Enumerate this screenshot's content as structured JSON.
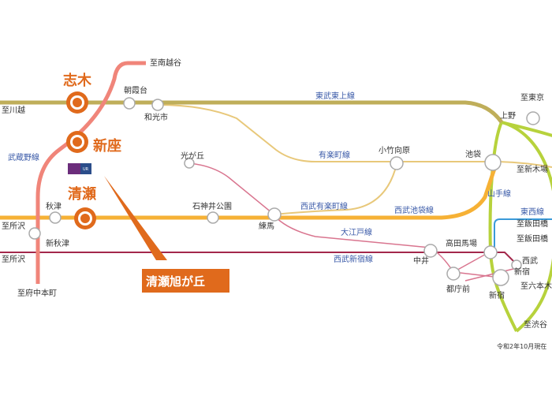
{
  "colors": {
    "tobu_tojo": "#bfae5a",
    "yurakucho": "#e8c87a",
    "seibu_ikebukuro": "#f6b135",
    "seibu_shinjuku": "#a3284b",
    "musashino": "#f0857a",
    "oedo": "#d9758f",
    "yamanote": "#b7d23c",
    "tobu_tojo_label": "#3a5aa8",
    "accent_orange": "#e06a1c",
    "callout_fill": "#e06a1c",
    "ur_badge": "#6b2d7b"
  },
  "lines": {
    "tobu_tojo": "東武東上線",
    "yurakucho": "有楽町線",
    "seibu_yurakucho": "西武有楽町線",
    "seibu_ikebukuro": "西武池袋線",
    "oedo": "大江戸線",
    "seibu_shinjuku": "西武新宿線",
    "musashino": "武蔵野線",
    "yamanote": "山手線",
    "tozai": "東西線"
  },
  "stations": {
    "asakadai": "朝霞台",
    "wakoshi": "和光市",
    "shiki": "志木",
    "niiza": "新座",
    "kiyose": "清瀬",
    "akitsu": "秋津",
    "shin_akitsu": "新秋津",
    "hikarigaoka": "光が丘",
    "shakujii_koen": "石神井公園",
    "nerima": "練馬",
    "kotake_mukaihara": "小竹向原",
    "ikebukuro": "池袋",
    "ueno": "上野",
    "takadanobaba": "高田馬場",
    "nakai": "中井",
    "tochomae": "都庁前",
    "shinjuku": "新宿",
    "seibu_shinjuku": "西武新宿"
  },
  "directions": {
    "minami_koshigaya": "至南越谷",
    "kawagoe": "至川越",
    "tokorozawa_1": "至所沢",
    "tokorozawa_2": "至所沢",
    "fuchu_honmachi": "至府中本町",
    "tokyo": "至東京",
    "shin_kiba": "至新木場",
    "iidabashi_1": "至飯田橋",
    "iidabashi_2": "至飯田橋",
    "roppongi": "至六本木",
    "shibuya": "至渋谷"
  },
  "callout": "清瀬旭が丘",
  "ur_badge": "UR",
  "note": "令和2年10月現在"
}
